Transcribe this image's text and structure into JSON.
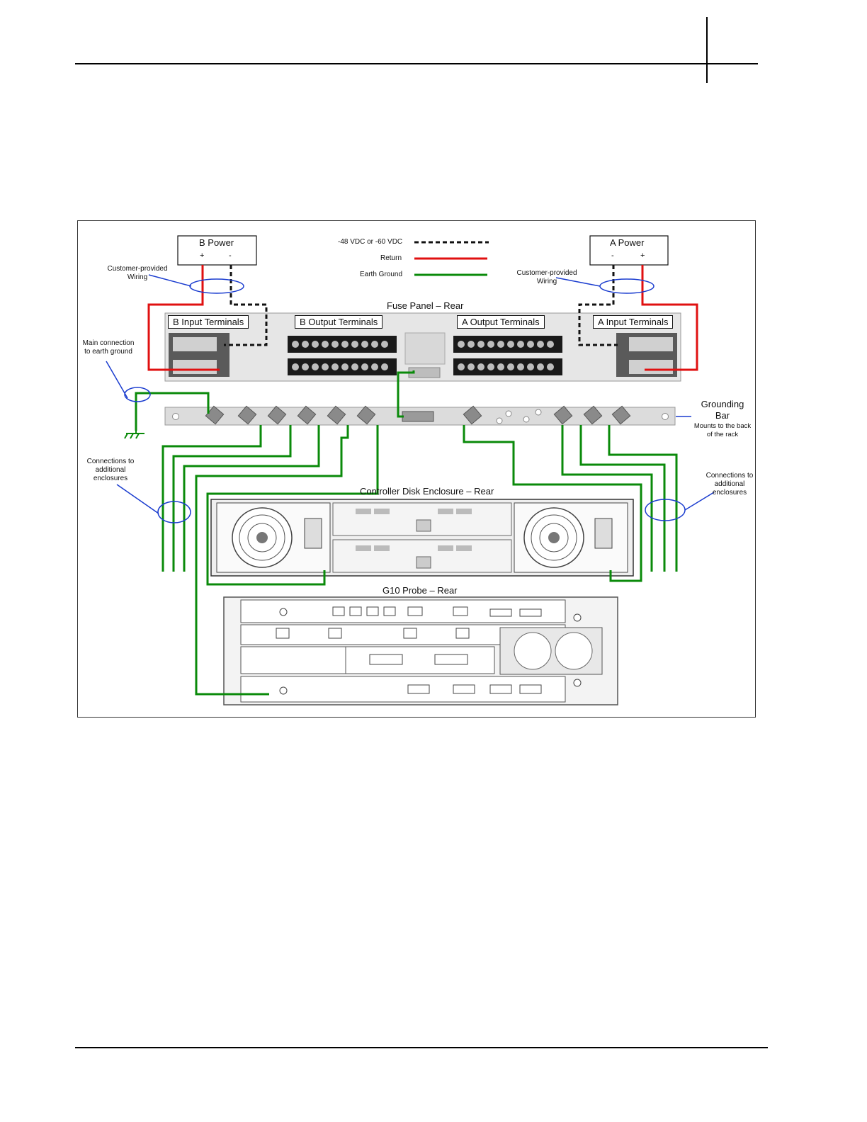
{
  "legend": {
    "dc_power": "-48 VDC or -60 VDC",
    "return": "Return",
    "earth_ground": "Earth Ground"
  },
  "colors": {
    "dc_power": "#111111",
    "return": "#e01010",
    "earth_ground": "#0a8a0a",
    "callout": "#1a3ccf"
  },
  "labels": {
    "b_power": "B Power",
    "a_power": "A Power",
    "b_plus": "+",
    "b_minus": "-",
    "a_minus": "-",
    "a_plus": "+",
    "customer_wiring_left": "Customer-provided Wiring",
    "customer_wiring_right": "Customer-provided Wiring",
    "fuse_panel": "Fuse Panel – Rear",
    "b_input_terminals": "B Input Terminals",
    "b_output_terminals": "B Output Terminals",
    "a_output_terminals": "A Output Terminals",
    "a_input_terminals": "A Input Terminals",
    "main_earth": "Main connection to earth ground",
    "grounding_bar": "Grounding Bar",
    "grounding_bar_note": "Mounts to the back of the rack",
    "connections_left": "Connections to additional enclosures",
    "connections_right": "Connections to additional enclosures",
    "controller_enclosure": "Controller Disk Enclosure – Rear",
    "g10_probe": "G10 Probe – Rear"
  }
}
